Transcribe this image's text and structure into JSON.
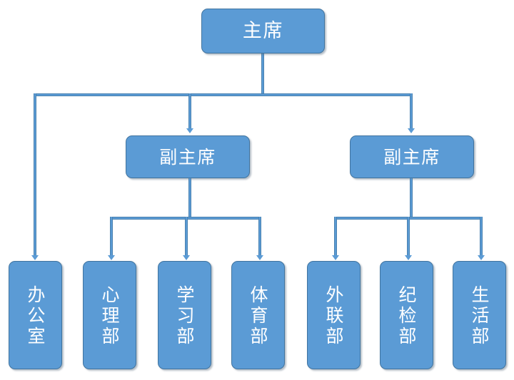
{
  "diagram": {
    "title_text": "",
    "type": "organizational-chart",
    "background_color": "#ffffff",
    "node_fill_color": "#5b9bd5",
    "node_border_color": "#41749f",
    "node_text_color": "#ffffff",
    "connector_color": "#5b9bd5"
  },
  "levels": {
    "level1": {
      "nodes": [
        {
          "id": "chairman",
          "label": "主席"
        }
      ]
    },
    "level2": {
      "nodes": [
        {
          "id": "vice-chairman-left",
          "label": "副主席"
        },
        {
          "id": "vice-chairman-right",
          "label": "副主席"
        }
      ]
    },
    "level3": {
      "nodes": [
        {
          "id": "office",
          "label": "办公室",
          "parent": "chairman"
        },
        {
          "id": "psychology-dept",
          "label": "心理部",
          "parent": "vice-chairman-left"
        },
        {
          "id": "study-dept",
          "label": "学习部",
          "parent": "vice-chairman-left"
        },
        {
          "id": "sports-dept",
          "label": "体育部",
          "parent": "vice-chairman-left"
        },
        {
          "id": "external-relations-dept",
          "label": "外联部",
          "parent": "vice-chairman-right"
        },
        {
          "id": "discipline-inspection-dept",
          "label": "纪检部",
          "parent": "vice-chairman-right"
        },
        {
          "id": "life-dept",
          "label": "生活部",
          "parent": "vice-chairman-right"
        }
      ]
    }
  }
}
